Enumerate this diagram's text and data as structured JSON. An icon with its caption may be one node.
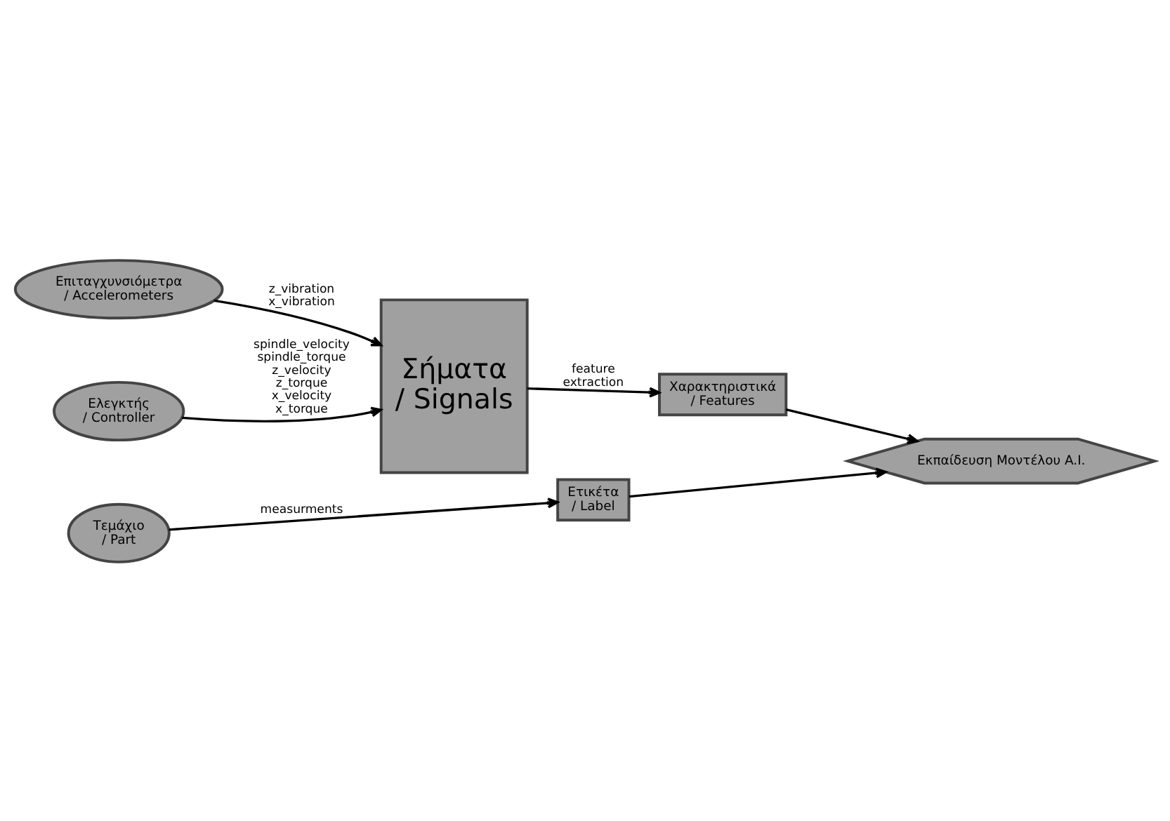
{
  "diagram": {
    "nodes": [
      {
        "text": [
          "Ελεγκτής / Controller"
        ]
      },
      {
        "text": [
          "Επιταγχυνσιόμετρα / Accelerometers"
        ]
      },
      {
        "text": [
          "Σήματα / Signals"
        ]
      },
      {
        "text": [
          "Χαρακτηριστικά / Features"
        ]
      },
      {
        "text": [
          "Τεμάχιο / Part"
        ]
      },
      {
        "text": [
          "Ετικέτα / Label"
        ]
      },
      {
        "text": [
          "Εκπαίδευση Μοντέλου A.I."
        ]
      }
    ],
    "edges": [
      {
        "from": 0,
        "to": 2,
        "arrow": "to",
        "label": "spindle_velocity spindle_torque z_velocity z_torque x_velocity x_torque"
      },
      {
        "from": 1,
        "to": 2,
        "arrow": "to",
        "label": "z_vibration x_vibration"
      },
      {
        "from": 2,
        "to": 3,
        "arrow": "to",
        "label": "feature extraction"
      },
      {
        "from": 3,
        "to": 6,
        "arrow": "to"
      },
      {
        "from": 4,
        "to": 5,
        "arrow": "to",
        "label": "measurments"
      },
      {
        "from": 5,
        "to": 6,
        "arrow": "to"
      }
    ]
  }
}
